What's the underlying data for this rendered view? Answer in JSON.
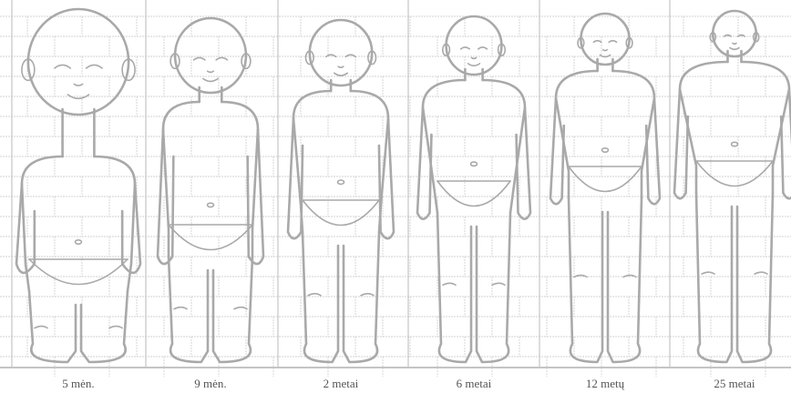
{
  "figure": {
    "captions": [
      "5 mėn.",
      "9 mėn.",
      "2 metai",
      "6 metai",
      "12 metų",
      "25 metai"
    ],
    "line_color": "#a9a9a9",
    "grid_color": "#c4c4c4",
    "text_color": "#555555",
    "background": "#ffffff"
  }
}
